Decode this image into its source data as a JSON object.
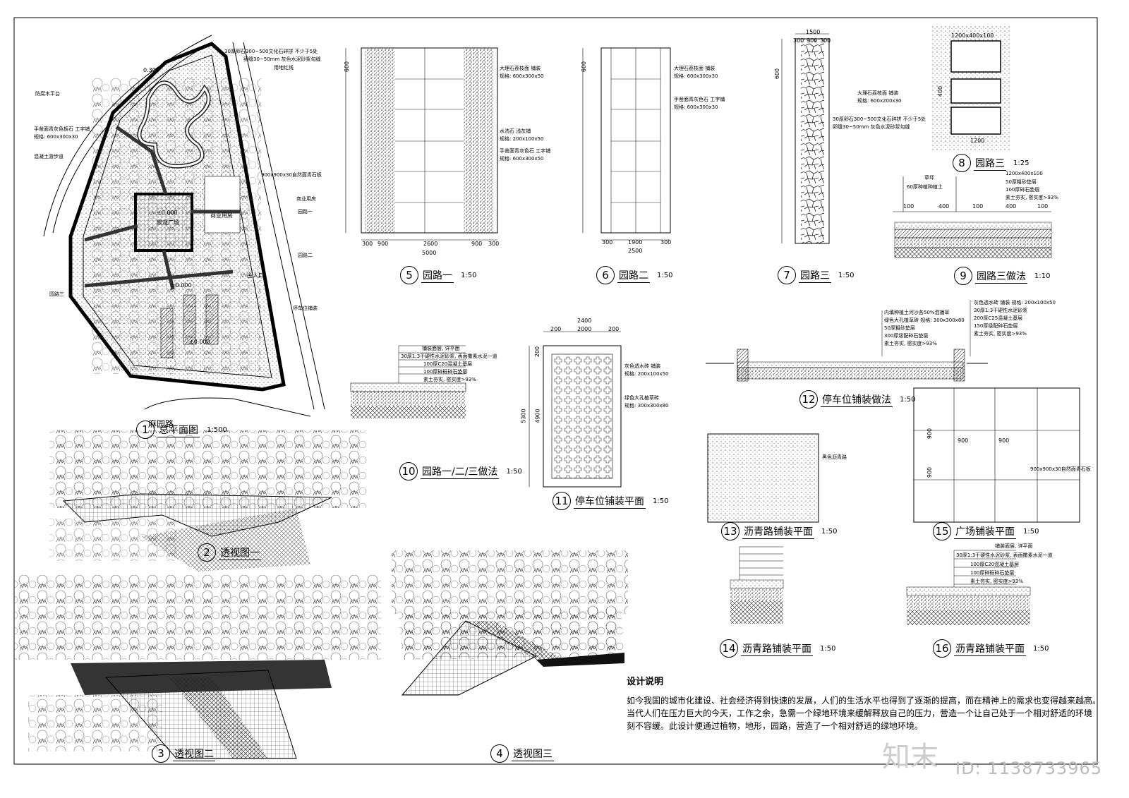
{
  "drawings": [
    {
      "num": "1",
      "name": "总平面图",
      "scale": "1:500"
    },
    {
      "num": "2",
      "name": "透视图一",
      "scale": ""
    },
    {
      "num": "3",
      "name": "透视图二",
      "scale": ""
    },
    {
      "num": "4",
      "name": "透视图三",
      "scale": ""
    },
    {
      "num": "5",
      "name": "园路一",
      "scale": "1:50"
    },
    {
      "num": "6",
      "name": "园路二",
      "scale": "1:50"
    },
    {
      "num": "7",
      "name": "园路三",
      "scale": "1:50"
    },
    {
      "num": "8",
      "name": "园路三",
      "scale": "1:25"
    },
    {
      "num": "9",
      "name": "园路三做法",
      "scale": "1:10"
    },
    {
      "num": "10",
      "name": "园路一/二/三做法",
      "scale": "1:50"
    },
    {
      "num": "11",
      "name": "停车位铺装平面",
      "scale": "1:50"
    },
    {
      "num": "12",
      "name": "停车位铺装做法",
      "scale": "1:50"
    },
    {
      "num": "13",
      "name": "沥青路铺装平面",
      "scale": "1:50"
    },
    {
      "num": "14",
      "name": "沥青路铺装平面",
      "scale": "1:50"
    },
    {
      "num": "15",
      "name": "广场铺装平面",
      "scale": "1:50"
    },
    {
      "num": "16",
      "name": "沥青路铺装平面",
      "scale": "1:50"
    }
  ],
  "site_plan": {
    "road": "麻园路",
    "elevations": [
      "0.300",
      "±0.000",
      "±0.000",
      "±0.000"
    ],
    "labels": {
      "plaza": "景观广场",
      "shop": "商业用房",
      "entrance": "主入口"
    },
    "callouts": [
      "30厚卵石300~500文化石碎拼 不少于5处",
      "卵缝30~50mm 灰色水泥砂浆勾缝",
      "用地红线",
      "防腐木平台",
      "手凿面青灰色板石 工字铺",
      "规格: 600x300x30",
      "混凝土游步道",
      "900x900x30自然面青石板",
      "商业用房",
      "园路一",
      "园路二",
      "园路三",
      "停车位铺装"
    ]
  },
  "dims": {
    "d5": {
      "bottom": [
        "300",
        "900",
        "2600",
        "900",
        "300"
      ],
      "total": "5000",
      "left": "600",
      "callouts": [
        "大理石荔枝面 铺装",
        "规格: 600x300x50",
        "水洗石 浅灰铺",
        "规格: 200x100x50",
        "手凿面青灰色石 工字铺",
        "规格: 600x300x50"
      ]
    },
    "d6": {
      "bottom": [
        "300",
        "1900",
        "300"
      ],
      "total": "2500",
      "left": "600",
      "callouts": [
        "大理石荔枝面 铺装",
        "规格: 600x300x30",
        "手凿面青灰色石 工字铺",
        "规格: 600x300x30"
      ]
    },
    "d7": {
      "top": [
        "300",
        "900",
        "300"
      ],
      "total": "1500",
      "left": "600",
      "callouts": [
        "大理石荔枝面 铺装",
        "规格: 600x200x30",
        "30厚卵石300~500文化石碎拼 不少于5处",
        "卵缝30~50mm 灰色水泥砂浆勾缝"
      ]
    },
    "d8": {
      "top": "1200x400x100",
      "side": "400",
      "bottom": "1200"
    },
    "d9": {
      "dims": [
        "100",
        "400",
        "100",
        "400",
        "100"
      ],
      "callouts": [
        "草坪",
        "60厚种植种植土",
        "1200x400x100",
        "50厚粗砂垫层",
        "100厚碎石垫层",
        "素土夯实, 密实度>93%"
      ]
    },
    "d10": {
      "callouts": [
        "铺装面层, 详平面",
        "30厚1:3干硬性水泥砂浆, 表面撒素水泥一道",
        "100厚C20混凝土基层",
        "100厚碎砾碎石垫层",
        "素土夯实, 密实度>93%"
      ]
    },
    "d11": {
      "top": "2400",
      "top_parts": [
        "200",
        "2000",
        "200"
      ],
      "side": "5300",
      "side_inner": "4900",
      "side_end": "200",
      "callouts": [
        "灰色透水砖 铺装",
        "规格: 200x100x50",
        "绿色大孔植草砖",
        "规格: 300x300x80"
      ]
    },
    "d12": {
      "left": [
        "内填种植土河沙各50%混播草",
        "绿色大孔植草砖 规格: 300x300x80",
        "50厚粗砂垫层",
        "300厚级配碎石垫层",
        "素土夯实, 密实度>93%"
      ],
      "right": [
        "灰色透水砖 铺装 规格: 200x100x50",
        "30厚1:3干硬性水泥砂浆",
        "200厚C25混凝土基层",
        "150厚级配碎石垫层",
        "素土夯实, 密实度>93%"
      ]
    },
    "d13": {
      "callout": "黑色沥青路"
    },
    "d15": {
      "h": [
        "900",
        "900"
      ],
      "v": [
        "900",
        "900"
      ],
      "callout": "900x900x30自然面青石板"
    },
    "d16": {
      "callouts": [
        "铺装面层, 详平面",
        "30厚1:3干硬性水泥砂浆, 表面撒素水泥一道",
        "100厚C20混凝土基层",
        "100厚碎砾碎石垫层",
        "素土夯实, 密实度>93%"
      ]
    }
  },
  "notes": {
    "title": "设计说明",
    "lines": [
      "如今我国的城市化建设、社会经济得到快速的发展，人们的生活水平也得到了逐渐的提高，而在精神上的需求也变得越来越高。",
      "当代人们在压力巨大的今天，工作之余，急需一个绿地环境来缓解释放自己的压力，营造一个让自己处于一个相对舒适的环境",
      "刻不容缓。此设计便通过植物，地形，园路，营造了一个相对舒适的绿地环境。"
    ]
  },
  "watermark": {
    "id": "ID: 1138733965",
    "logo": "知末"
  }
}
